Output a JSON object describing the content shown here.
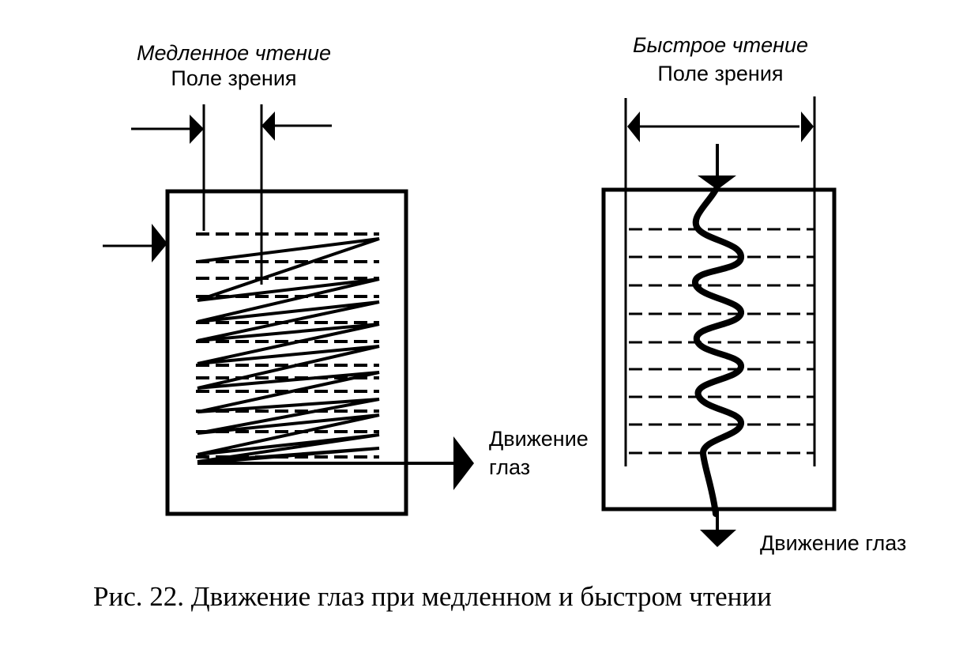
{
  "slow": {
    "title": "Медленное чтение",
    "field_label": "Поле зрения",
    "movement_label_line1": "Движение",
    "movement_label_line2": "глаз"
  },
  "fast": {
    "title": "Быстрое чтение",
    "field_label": "Поле зрения",
    "movement_label": "Движение глаз"
  },
  "caption": "Рис. 22. Движение глаз при медленном и быстром чтении",
  "colors": {
    "ink": "#000000",
    "paper": "#ffffff"
  }
}
